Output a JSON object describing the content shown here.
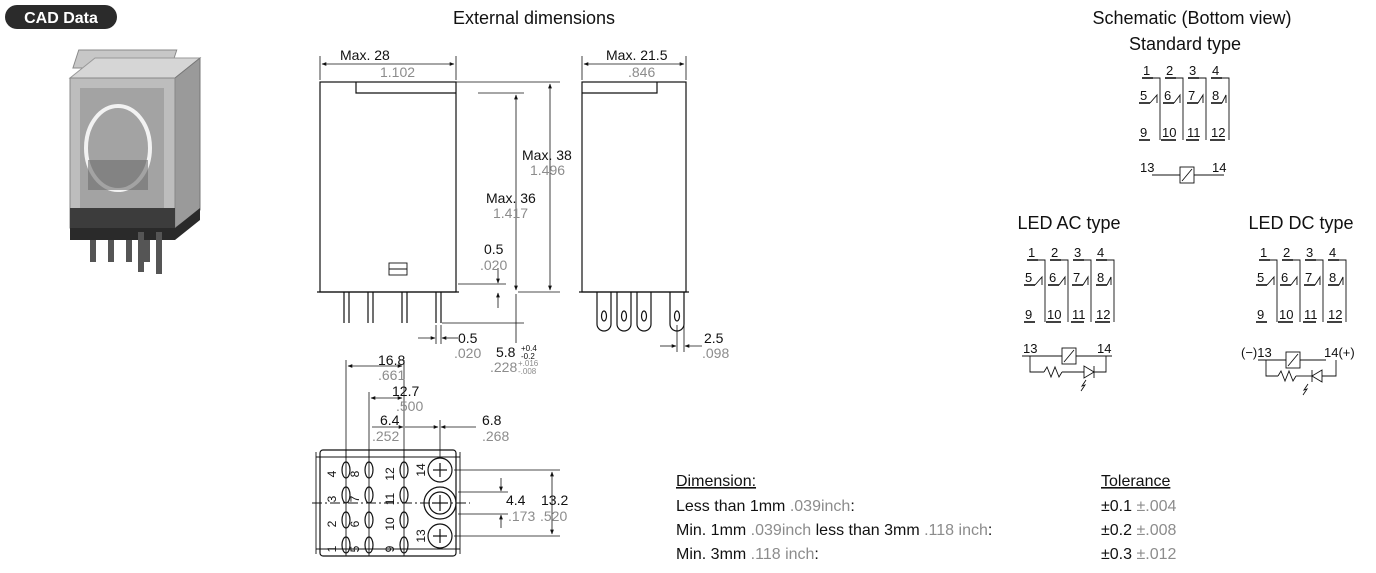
{
  "badge": "CAD Data",
  "external": {
    "title": "External dimensions",
    "width_mm": "Max. 28",
    "width_in": "1.102",
    "depth_mm": "Max. 21.5",
    "depth_in": ".846",
    "h38_mm": "Max. 38",
    "h38_in": "1.496",
    "h36_mm": "Max. 36",
    "h36_in": "1.417",
    "gap_mm": "0.5",
    "gap_in": ".020",
    "pin_mm": "0.5",
    "pin_in": ".020",
    "pinlen_mm": "5.8",
    "pinlen_tol_mm_up": "+0.4",
    "pinlen_tol_mm_dn": "-0.2",
    "pinlen_in": ".228",
    "pinlen_tol_in_up": "+.016",
    "pinlen_tol_in_dn": "-.008",
    "pinw_mm": "2.5",
    "pinw_in": ".098",
    "b168_mm": "16.8",
    "b168_in": ".661",
    "b127_mm": "12.7",
    "b127_in": ".500",
    "b64_mm": "6.4",
    "b64_in": ".252",
    "b68_mm": "6.8",
    "b68_in": ".268",
    "b44_mm": "4.4",
    "b44_in": ".173",
    "b132_mm": "13.2",
    "b132_in": ".520",
    "bottom_pins": [
      "4",
      "8",
      "12",
      "14",
      "3",
      "7",
      "11",
      "2",
      "6",
      "10",
      "1",
      "5",
      "9",
      "13"
    ]
  },
  "schematic": {
    "title": "Schematic (Bottom view)",
    "standard_label": "Standard type",
    "ac_label": "LED AC type",
    "dc_label": "LED DC type",
    "pins_row1": [
      "1",
      "2",
      "3",
      "4"
    ],
    "pins_row2": [
      "5",
      "6",
      "7",
      "8"
    ],
    "pins_row3": [
      "9",
      "10",
      "11",
      "12"
    ],
    "coil_a": "13",
    "coil_b": "14",
    "dc_coil_a": "(−)13",
    "dc_coil_b": "14(+)"
  },
  "tolerance_table": {
    "header_dim": "Dimension:",
    "header_tol": "Tolerance",
    "rows": [
      {
        "a": "Less than 1mm ",
        "a_g": ".039inch",
        "a2": ":",
        "b": "",
        "b_g": "",
        "b2": "",
        "tol": "±0.1 ",
        "tol_g": "±.004"
      },
      {
        "a": "Min. 1mm ",
        "a_g": ".039inch",
        "a2": " less than 3mm ",
        "b": "",
        "b_g": ".118 inch",
        "b2": ":",
        "tol": "±0.2 ",
        "tol_g": "±.008"
      },
      {
        "a": "Min. 3mm ",
        "a_g": ".118 inch",
        "a2": ":",
        "b": "",
        "b_g": "",
        "b2": "",
        "tol": "±0.3 ",
        "tol_g": "±.012"
      }
    ]
  },
  "colors": {
    "badge_bg": "#2b2b2b",
    "gray_text": "#8c8c8c"
  }
}
